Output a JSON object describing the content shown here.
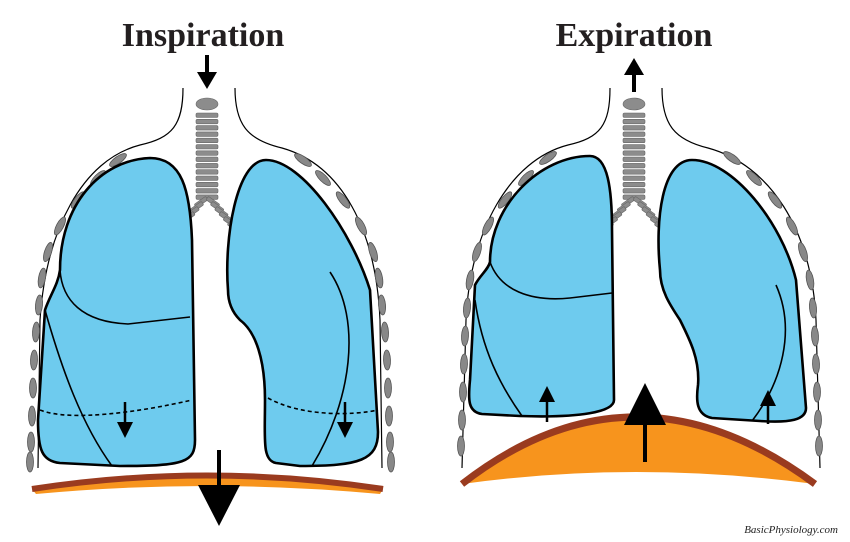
{
  "panels": [
    {
      "title": "Inspiration",
      "airflow": "down",
      "diaphragm_motion": "down"
    },
    {
      "title": "Expiration",
      "airflow": "up",
      "diaphragm_motion": "up"
    }
  ],
  "credit": "BasicPhysiology.com",
  "colors": {
    "lung": "#6ecbee",
    "diaphragm_fill": "#f7941d",
    "diaphragm_edge": "#9a3b1f",
    "rib": "#888888"
  }
}
